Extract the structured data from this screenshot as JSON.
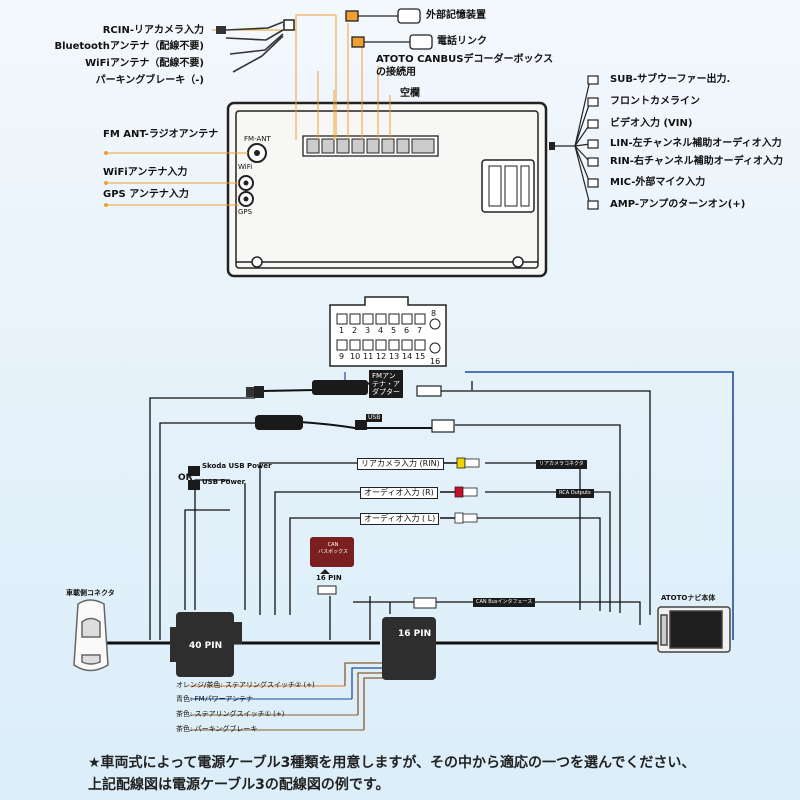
{
  "top_left_labels": [
    "RCIN-リアカメラ入力",
    "Bluetoothアンテナ（配線不要)",
    "WiFiアンテナ（配線不要)",
    "パーキングブレーキ（-)"
  ],
  "top_labels": {
    "storage": "外部記憶装置",
    "phone": "電話リンク",
    "canbus_1": "ATOTO CANBUSデコーダーボックス",
    "canbus_2": "の接続用",
    "blank": "空欄"
  },
  "right_labels": [
    "SUB-サブウーファー出力.",
    "フロントカメライン",
    "ビデオ入力 (VIN)",
    "LIN-左チャンネル補助オーディオ入力",
    "RIN-右チャンネル補助オーディオ入力",
    "MIC-外部マイク入力",
    "AMP-アンプのターンオン(+)"
  ],
  "left_antenna_labels": {
    "fm": "FM ANT-ラジオアンテナ",
    "wifi": "WiFiアンテナ入力",
    "gps": "GPS アンテナ入力"
  },
  "unit_port_labels": {
    "fm": "FM-ANT",
    "wifi": "WiFi",
    "gps": "GPS"
  },
  "pin_numbers_top": [
    "1",
    "2",
    "3",
    "4",
    "5",
    "6",
    "7",
    "8"
  ],
  "pin_numbers_bottom": [
    "9",
    "10",
    "11",
    "12",
    "13",
    "14",
    "15",
    "16"
  ],
  "harness": {
    "fm_adapter_1": "FMアン",
    "fm_adapter_2": "テナ・ア",
    "fm_adapter_3": "ダプター",
    "usb": "USB",
    "skoda_usb": "Skoda USB Power",
    "usb_power": "USB Power",
    "or": "OR",
    "rear_cam_in": "リアカメラ入力 (RIN)",
    "audio_r": "オーディオ入力 (R)",
    "audio_l": "オーディオ入力 ( L)",
    "rear_cam_conn": "リアカメラコネクタ",
    "rca": "RCA Outputs",
    "can_box_1": "CAN",
    "can_box_2": "バスボックス",
    "pin16_small": "16 PIN",
    "can_if": "CAN Busインタフェース",
    "atoto_unit": "ATOTOナビ本体",
    "vehicle": "車載側コネクタ",
    "pin40": "40 PIN",
    "pin16": "16 PIN"
  },
  "bottom_wire_labels": [
    "オレンジ/茶色: ステアリングスイッチ② (+)",
    "青色: FMパワーアンテナ",
    "茶色: ステアリングスイッチ① (+)",
    "茶色: パーキングブレーキ"
  ],
  "footer_note_1": "★車両式によって電源ケーブル3種類を用意しますが、その中から適応の一つを選んでください、",
  "footer_note_2": "上記配線図は電源ケーブル3の配線図の例です。",
  "colors": {
    "accent_orange": "#f0a030",
    "wire_blue": "#1f4e9a",
    "wire_orange": "#e8751a",
    "wire_brown": "#8a5a2b",
    "wire_black": "#111111"
  }
}
